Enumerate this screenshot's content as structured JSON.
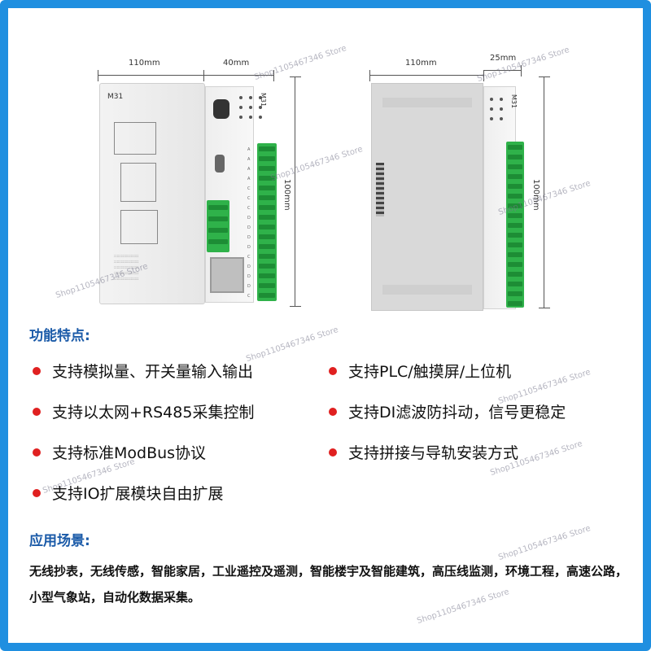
{
  "dimensions": {
    "left_width": "110mm",
    "left_depth": "40mm",
    "left_height": "100mm",
    "right_width": "110mm",
    "right_depth": "25mm",
    "right_height": "100mm"
  },
  "device_labels": {
    "model_left": "M31",
    "model_right": "M31"
  },
  "watermark": "Shop1105467346 Store",
  "features_heading": "功能特点:",
  "features": [
    "支持模拟量、开关量输入输出",
    "支持PLC/触摸屏/上位机",
    "支持以太网+RS485采集控制",
    "支持DI滤波防抖动，信号更稳定",
    "支持标准ModBus协议",
    "支持拼接与导轨安装方式",
    "支持IO扩展模块自由扩展"
  ],
  "applications_heading": "应用场景:",
  "applications_text": "无线抄表，无线传感，智能家居，工业遥控及遥测，智能楼宇及智能建筑，高压线监测，环境工程，高速公路，小型气象站，自动化数据采集。",
  "colors": {
    "frame": "#1f8fe0",
    "heading": "#1a5aa8",
    "bullet": "#e02020",
    "terminal": "#2fb24a"
  }
}
